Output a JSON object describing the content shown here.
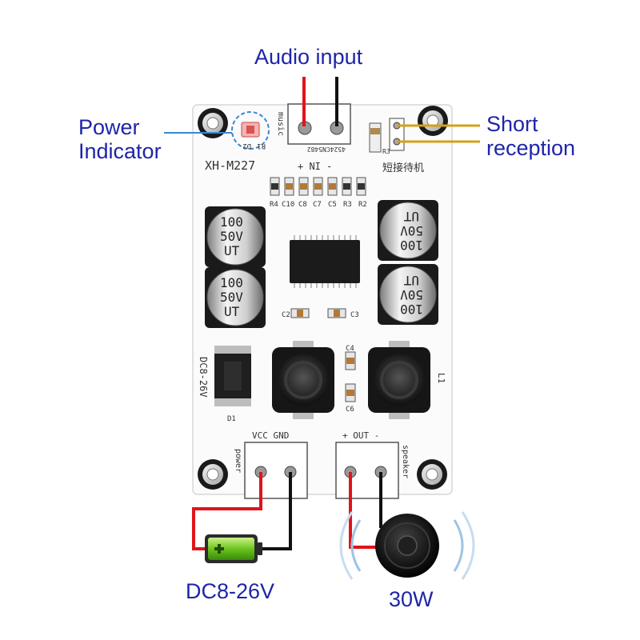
{
  "callouts": {
    "audio_input": "Audio input",
    "power_indicator": [
      "Power",
      "Indicator"
    ],
    "short_reception": [
      "Short",
      "reception"
    ],
    "supply_voltage": "DC8-26V",
    "speaker_power": "30W"
  },
  "board": {
    "model": "XH-M227",
    "music_label": "music",
    "input_label": "+ NI -",
    "chip_text": "4524CN5482",
    "led_ref": [
      "D2",
      "R1"
    ],
    "jumper_ref": "R3",
    "standby_label": "短接待机",
    "resistor_row_labels": [
      "R4",
      "C10",
      "C8",
      "C7",
      "C5",
      "R3",
      "R2"
    ],
    "cap_text": [
      "100",
      "50V",
      "UT"
    ],
    "cap_text_flipped": [
      "100",
      "50V",
      "UT"
    ],
    "small_caps": [
      "C2",
      "C3"
    ],
    "right_caps": [
      "C4",
      "C6"
    ],
    "dc_label": "DC8-26V",
    "diode_ref": "D1",
    "l1_label": "L1",
    "power_header": "VCC GND",
    "power_side": "power",
    "out_header": "+ OUT -",
    "out_side": "speaker"
  },
  "colors": {
    "callout_text": "#1f25a8",
    "wire_positive": "#e0141b",
    "wire_negative": "#111111",
    "short_wire": "#d4a019",
    "indicator_line": "#3a86d4",
    "board": "#fbfbfb"
  }
}
